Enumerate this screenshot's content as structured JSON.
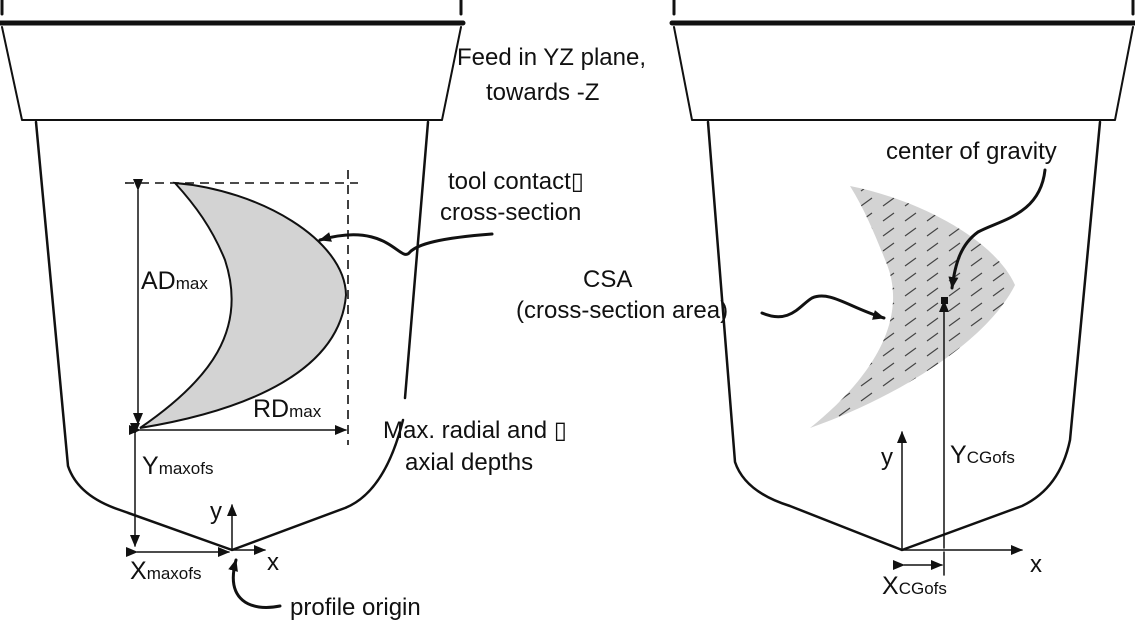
{
  "labels": {
    "feed_line1": "Feed in YZ plane,",
    "feed_line2": "towards -Z",
    "tool_contact_line1": "tool contact▯",
    "tool_contact_line2": "cross-section",
    "ad_main": "AD",
    "ad_sub": "max",
    "rd_main": "RD",
    "rd_sub": "max",
    "ymaxofs_main": "Y",
    "ymaxofs_sub": "maxofs",
    "xmaxofs_main": "X",
    "xmaxofs_sub": "maxofs",
    "max_depths_line1": "Max. radial and ▯",
    "max_depths_line2": "axial depths",
    "profile_origin": "profile origin",
    "center_of_gravity": "center of gravity",
    "csa_line1": "CSA",
    "csa_line2": "(cross-section area)",
    "ycgofs_main": "Y",
    "ycgofs_sub": "CGofs",
    "xcgofs_main": "X",
    "xcgofs_sub": "CGofs",
    "axis_y": "y",
    "axis_x": "x"
  },
  "colors": {
    "stroke": "#111111",
    "crescent_fill": "#d3d3d3",
    "background": "#ffffff"
  }
}
